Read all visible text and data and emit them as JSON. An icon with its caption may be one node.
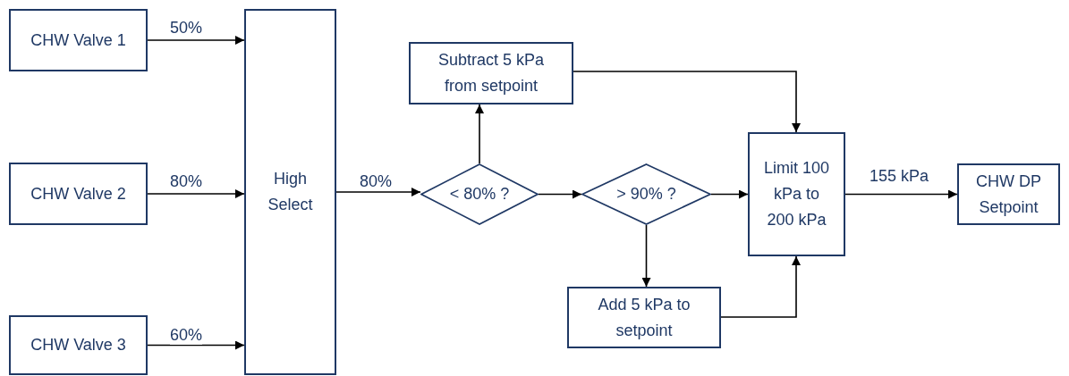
{
  "diagram": {
    "nodes": [
      {
        "text": [
          "CHW Valve 1"
        ]
      },
      {
        "text": [
          "CHW Valve 2"
        ]
      },
      {
        "text": [
          "CHW Valve 3"
        ]
      },
      {
        "text": [
          "High Select"
        ]
      },
      {
        "text": [
          "Subtract 5 kPa from  setpoint"
        ]
      },
      {
        "text": [
          "< 80% ?"
        ]
      },
      {
        "text": [
          "> 90% ?"
        ]
      },
      {
        "text": [
          "Add 5 kPa to setpoint"
        ]
      },
      {
        "text": [
          "Limit 100 kPa to 200 kPa"
        ]
      },
      {
        "text": [
          "CHW DP Setpoint"
        ]
      }
    ],
    "edges": [
      {
        "from": 0,
        "to": 3,
        "arrow": "to",
        "label": "50%"
      },
      {
        "from": 1,
        "to": 3,
        "arrow": "to",
        "label": "80%"
      },
      {
        "from": 2,
        "to": 3,
        "arrow": "to",
        "label": "60%"
      },
      {
        "from": 3,
        "to": 5,
        "arrow": "to",
        "label": "80%"
      },
      {
        "from": 5,
        "to": 4,
        "arrow": "to"
      },
      {
        "from": 5,
        "to": 6,
        "arrow": "to"
      },
      {
        "from": 4,
        "to": 8,
        "arrow": "to"
      },
      {
        "from": 6,
        "to": 8,
        "arrow": "to"
      },
      {
        "from": 6,
        "to": 7,
        "arrow": "to"
      },
      {
        "from": 7,
        "to": 8,
        "arrow": "to"
      },
      {
        "from": 8,
        "to": 9,
        "arrow": "to",
        "label": "155 kPa"
      }
    ]
  }
}
